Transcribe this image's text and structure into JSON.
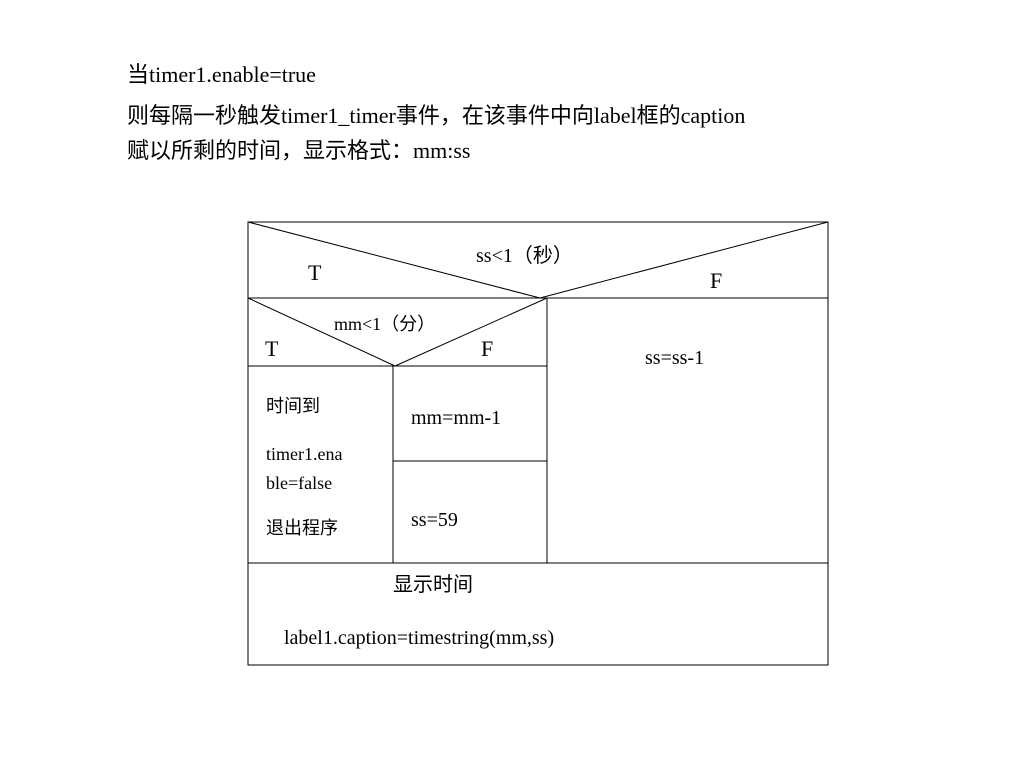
{
  "intro": {
    "line1": "当timer1.enable=true",
    "line2": "则每隔一秒触发timer1_timer事件，在该事件中向label框的caption",
    "line3": "赋以所剩的时间，显示格式：mm:ss"
  },
  "diagram": {
    "outer_condition": "ss<1（秒）",
    "outer_true": "T",
    "outer_false": "F",
    "inner_condition": "mm<1（分）",
    "inner_true": "T",
    "inner_false": "F",
    "time_up_block": {
      "line1": "时间到",
      "line2": "timer1.ena",
      "line3": "ble=false",
      "line4": "退出程序"
    },
    "minute_decrement": "mm=mm-1",
    "second_reset": "ss=59",
    "second_decrement": "ss=ss-1",
    "display_block": {
      "line1": "显示时间",
      "line2": "label1.caption=timestring(mm,ss)"
    }
  }
}
